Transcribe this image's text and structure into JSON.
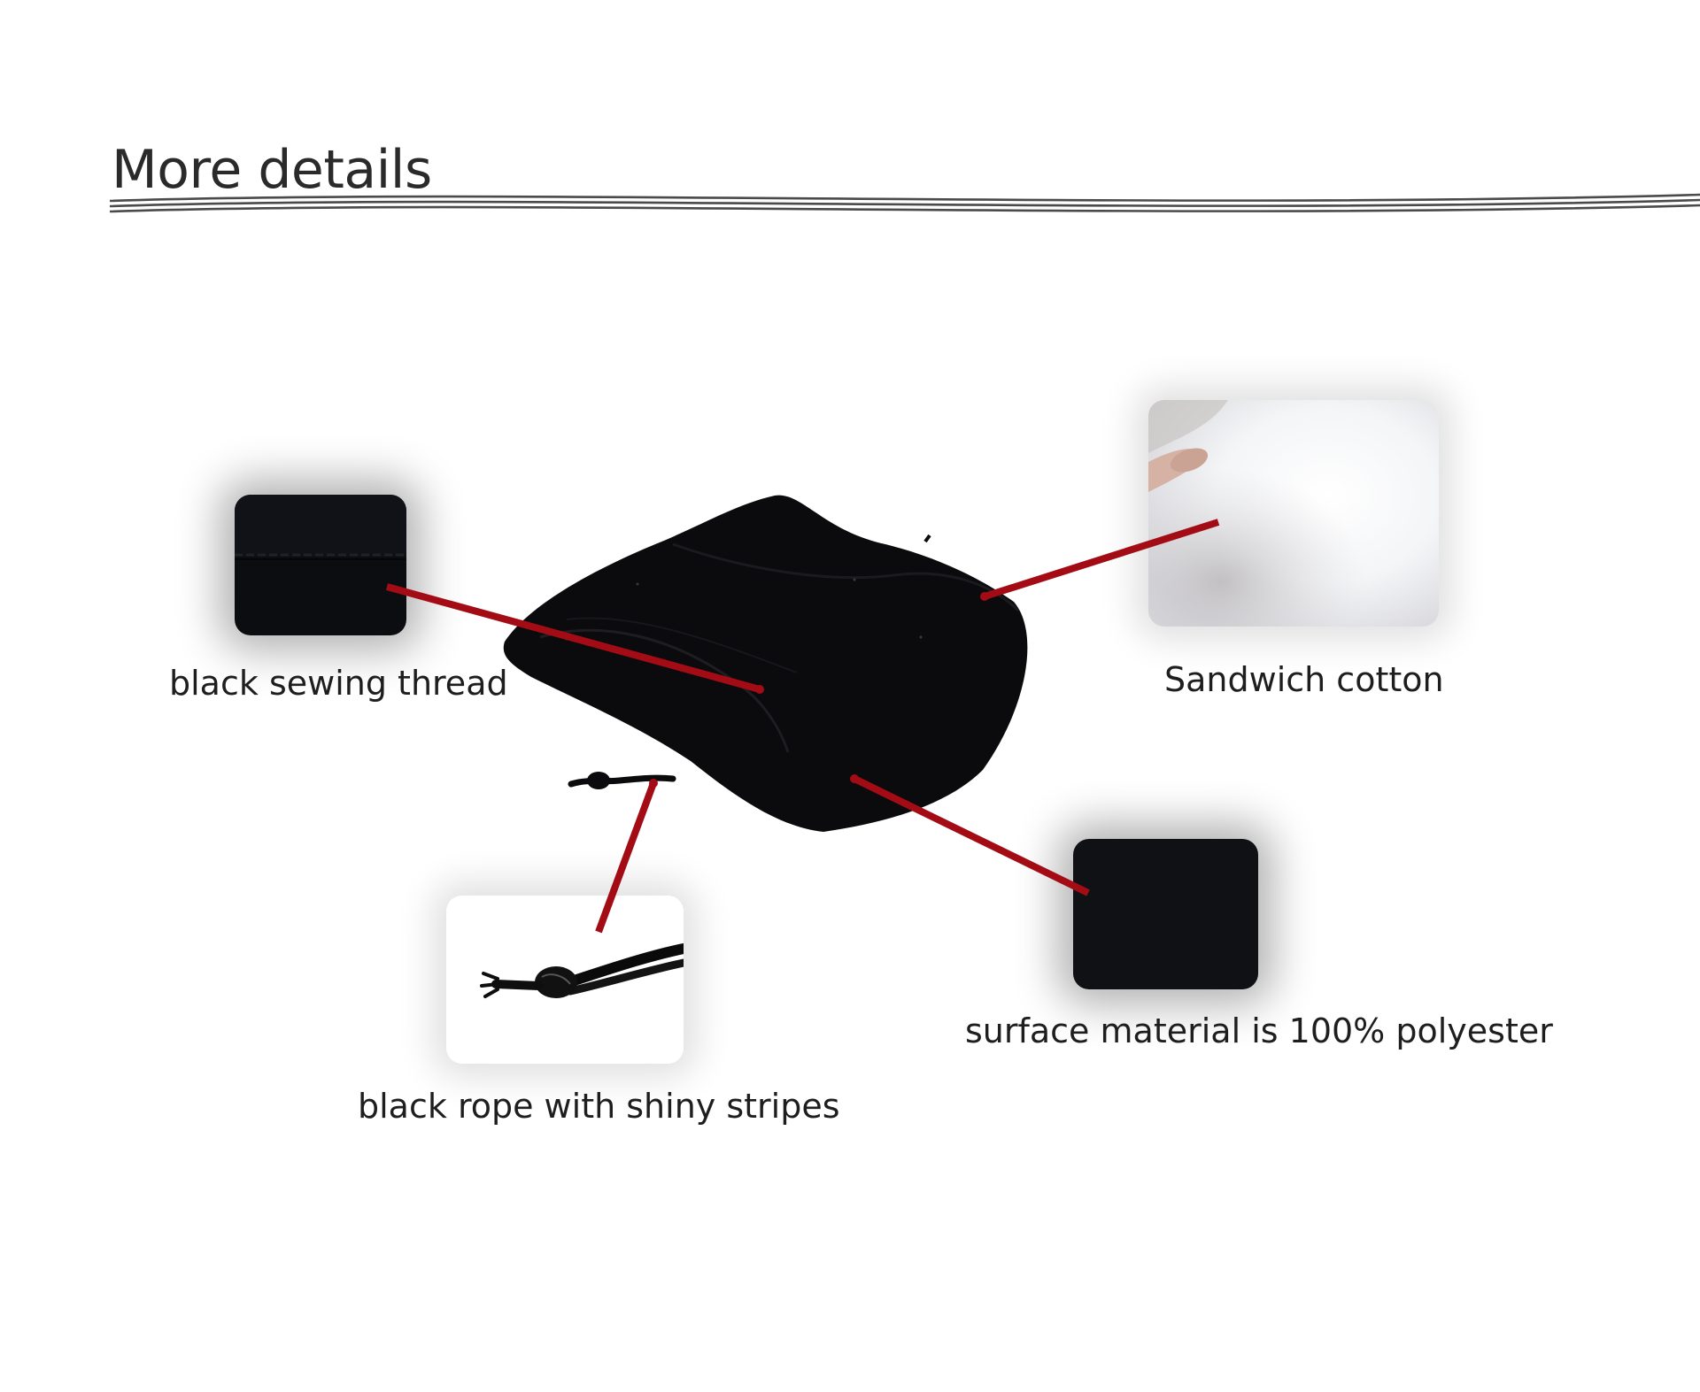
{
  "page": {
    "title": "More details"
  },
  "colors": {
    "leader_line": "#a30c15",
    "bag_fabric": "#0b0b0d",
    "rule_stroke": "#4a4a4a"
  },
  "callouts": {
    "sewing_thread": {
      "label": "black sewing thread"
    },
    "cotton": {
      "label": "Sandwich cotton"
    },
    "rope": {
      "label": "black rope with shiny stripes"
    },
    "polyester": {
      "label": "surface material is 100% polyester"
    }
  }
}
